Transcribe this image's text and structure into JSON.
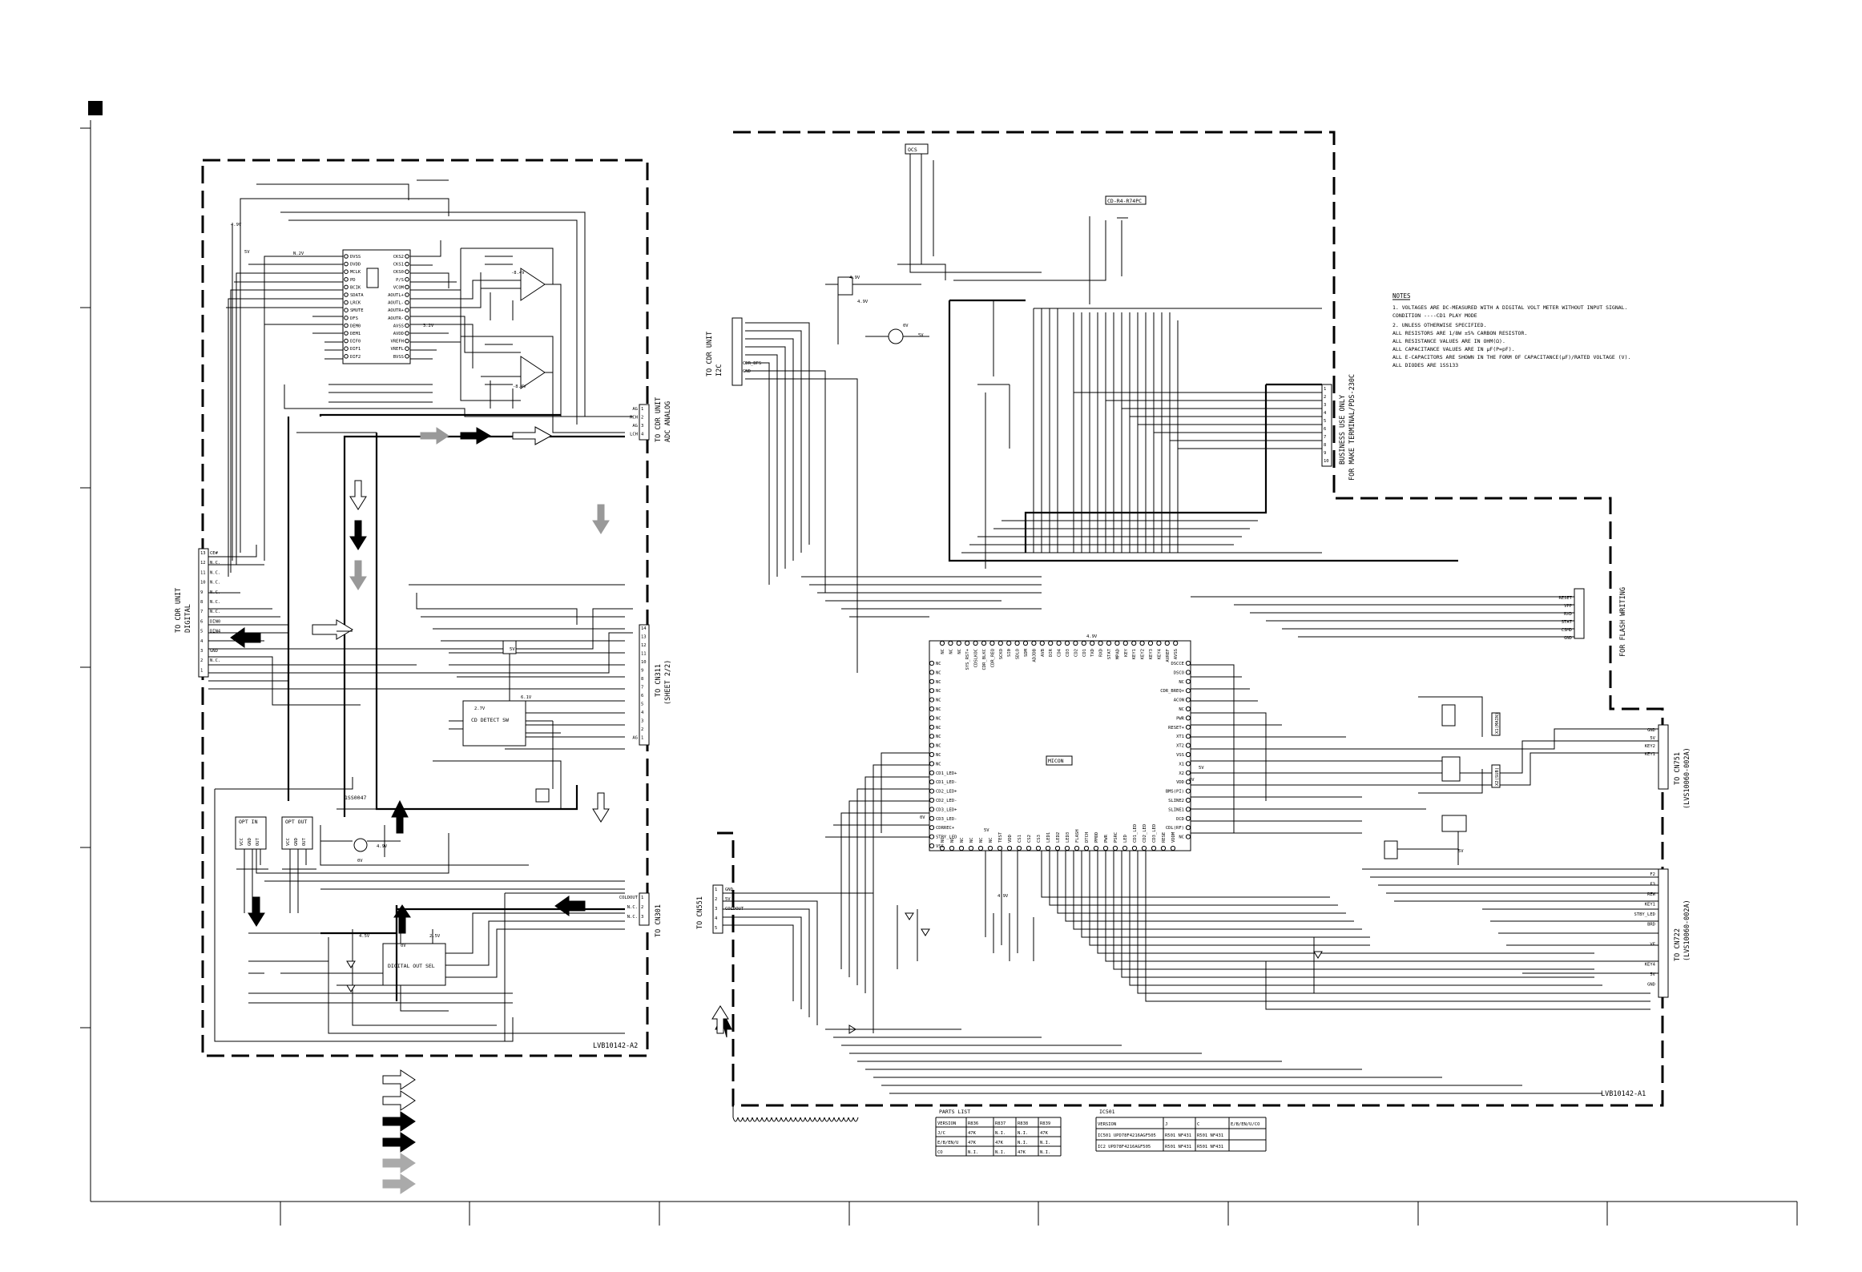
{
  "notes": {
    "title": "NOTES",
    "lines": [
      "1. VOLTAGES ARE DC-MEASURED WITH A DIGITAL VOLT METER WITHOUT INPUT SIGNAL.",
      "   CONDITION ----CD1 PLAY MODE",
      "2. UNLESS OTHERWISE SPECIFIED.",
      "   ALL RESISTORS ARE 1/8W ±5% CARBON RESISTOR.",
      "   ALL RESISTANCE VALUES ARE IN OHM(Ω).",
      "   ALL CAPACITANCE VALUES ARE IN μF(P=pF).",
      "   ALL E-CAPACITORS ARE SHOWN IN THE FORM OF CAPACITANCE(μF)/RATED VOLTAGE (V).",
      "   ALL DIODES ARE 1SS133"
    ]
  },
  "board_labels": {
    "left_board": "LVB10142-A2",
    "right_board": "LVB10142-A1"
  },
  "connectors": {
    "cdr_digital": {
      "title": [
        "TO CDR UNIT",
        "DIGITAL"
      ],
      "pins": [
        "13",
        "12",
        "11",
        "10",
        "9",
        "8",
        "7",
        "6",
        "5",
        "4",
        "3",
        "2",
        "1"
      ],
      "signals": [
        "CE#",
        "N.C.",
        "N.C.",
        "N.C.",
        "N.C.",
        "N.C.",
        "N.C.",
        "DIN0",
        "DIN4",
        "",
        "GND",
        "N.C.",
        ""
      ]
    },
    "cdr_adc": {
      "title": [
        "TO CDR UNIT",
        "ADC ANALOG"
      ],
      "pins": [
        "1",
        "2",
        "3",
        "4"
      ],
      "signals": [
        "AG",
        "RCH",
        "AG",
        "LCH"
      ]
    },
    "cn311": {
      "title": [
        "TO CN311",
        "(SHEET 2/2)"
      ],
      "pins": [
        "14",
        "13",
        "12",
        "11",
        "10",
        "9",
        "8",
        "7",
        "6",
        "5",
        "4",
        "3",
        "2",
        "1"
      ],
      "signals": [
        "",
        "",
        "",
        "",
        "",
        "",
        "",
        "",
        "",
        "",
        "",
        "",
        "",
        "AG"
      ]
    },
    "cn301": {
      "title": [
        "TO CN301"
      ],
      "pins": [
        "1",
        "2",
        "3"
      ],
      "signals": [
        "COLDOUT",
        "N.C.",
        "N.C."
      ]
    },
    "cn551": {
      "title": [
        "TO CN551"
      ],
      "pins": [
        "1",
        "2",
        "3",
        "4",
        "5"
      ],
      "signals": [
        "GND",
        "5V",
        "COLDOUT",
        "",
        ""
      ]
    },
    "cdr_i2c": {
      "title": [
        "TO CDR UNIT",
        "I2C"
      ],
      "pins": [
        "8",
        "7",
        "6",
        "5",
        "4",
        "3",
        "2",
        "1"
      ],
      "signals": [
        "",
        "",
        "",
        "",
        "",
        "CDR_BFS",
        "GND",
        ""
      ]
    },
    "business_use": {
      "title": [
        "BUSINESS USE ONLY",
        "FOR MAKE TERMINAL/PDS-230C"
      ],
      "pins": [
        "1",
        "2",
        "3",
        "4",
        "5",
        "6",
        "7",
        "8",
        "9",
        "10"
      ]
    },
    "flash_writing": {
      "title": [
        "FOR FLASH WRITING"
      ],
      "signals": [
        "RESET",
        "VPP",
        "RXD",
        "STAT",
        "CSMD",
        "GND"
      ]
    },
    "cn751": {
      "title": [
        "TO CN751",
        "(LVS10060-002A)"
      ],
      "signals": [
        "GND",
        "5V",
        "KEY2",
        "KEY1"
      ]
    },
    "cn722": {
      "title": [
        "TO CN722",
        "(LVS10060-002A)"
      ],
      "signals": [
        "F2",
        "F3",
        "REW",
        "KEY1",
        "STBY_LED",
        "BRD",
        "",
        "VF",
        "",
        "KEY4",
        "5V",
        "GND"
      ]
    }
  },
  "left_parts": {
    "dac_ic_pins_left": [
      "DVSS",
      "DVDD",
      "MCLK",
      "PD",
      "BCIK",
      "SDATA",
      "LRCK",
      "SMUTE",
      "DFS",
      "DEM0",
      "DEM1",
      "DIF0",
      "DIF1",
      "DIF2"
    ],
    "dac_ic_pins_right": [
      "CKS2",
      "CKS1",
      "CKS0",
      "P/S",
      "VCOM",
      "AOUTL+",
      "AOUTL-",
      "AOUTR+",
      "AOUTR-",
      "AVSS",
      "AVDD",
      "VREFH",
      "VREFL",
      "BVSS"
    ],
    "cd_detect_label": "CD DETECT SW",
    "digital_out_label": "DIGITAL OUT SEL",
    "opt_in_label": "OPT IN",
    "opt_out_label": "OPT OUT",
    "opt_pins": [
      "VCC",
      "GND",
      "OUT"
    ],
    "transistor_label": "1SS0047",
    "volt_labels": [
      "4.9V",
      "5V",
      "N.2V",
      "-8.4V",
      "6.1V",
      "2.7V",
      "3.2V",
      "-8.4V",
      "5V",
      "0V",
      "4.5V",
      "2.5V",
      "4.9V",
      "0V"
    ]
  },
  "right_parts": {
    "mcu_label": "MICON",
    "ocs_label": "OCS",
    "eeprom_label": "CD-R4-R74PC",
    "x1_label": "X1(MAIN)",
    "x2_label": "X2(SUB)",
    "mcu_left_pins": [
      "NC",
      "NC",
      "NC",
      "NC",
      "NC",
      "NC",
      "NC",
      "NC",
      "NC",
      "NC",
      "NC",
      "NC",
      "CD1_LED+",
      "CD1_LED-",
      "CD2_LED+",
      "CD2_LED-",
      "CD3_LED+",
      "CD3_LED-",
      "CDRREC+",
      "STBY_LED",
      "VSS"
    ],
    "mcu_right_pins": [
      "DSCCE",
      "DSCO",
      "NC",
      "CDR_BREQ+",
      "ACON",
      "NC",
      "PWR",
      "RESET+",
      "XT1",
      "XT2",
      "VSS",
      "X1",
      "X2",
      "VDD",
      "BMS(PI)",
      "SLINE2",
      "SLINE1",
      "DCD",
      "CDL(RF)",
      "NC"
    ],
    "mcu_top_pins": [
      "NC",
      "NC",
      "NC",
      "SYS_RST+",
      "CDSLKOC",
      "CDR_BLKC",
      "CDR_REQ",
      "SCKO",
      "SI0",
      "SDLO",
      "SDM",
      "ADJDB",
      "AVB",
      "DIR",
      "CD4",
      "CD3",
      "CD2",
      "CD1",
      "TXD",
      "RXD",
      "STAT",
      "MPAD",
      "KEY",
      "KEY1",
      "KEY2",
      "KEY3",
      "KEY4",
      "AVREF",
      "AVSS"
    ],
    "mcu_bottom_pins": [
      "NC",
      "NC",
      "NC",
      "NC",
      "NC",
      "NC",
      "TEST",
      "VDD",
      "CS1",
      "CS2",
      "CS3",
      "LED1",
      "LED2",
      "LED3",
      "FLASH",
      "DTCH",
      "PMOD",
      "PWR",
      "PSRC",
      "LED",
      "CD1_LED",
      "CD2_LED",
      "CD3_LED",
      "RESE",
      "VDDM"
    ],
    "volt_labels": [
      "4.9V",
      "4.9V",
      "0V",
      "5V",
      "4.9V",
      "5V",
      "0V",
      "4.9V",
      "5V",
      "0V",
      "5V"
    ]
  },
  "parts_list": {
    "title": "PARTS LIST",
    "header": [
      "VERSION",
      "R836",
      "R837",
      "R838",
      "R839"
    ],
    "rows": [
      [
        "J/C",
        "47K",
        "N.I.",
        "N.I.",
        "47K"
      ],
      [
        "E/B/EN/U",
        "47K",
        "47K",
        "N.I.",
        "N.I."
      ],
      [
        "CO",
        "N.I.",
        "N.I.",
        "47K",
        "N.I."
      ]
    ]
  },
  "ic_table": {
    "title": "IC501",
    "header": [
      "VERSION",
      "J",
      "C",
      "E/B/EN/U/CO"
    ],
    "rows": [
      [
        "IC501 UPD78F4216AGF505",
        "R501 NF431",
        "R501 NF431",
        ""
      ],
      [
        "IC2 UPD78F4216AGF505",
        "R501 NF431",
        "R501 NF431",
        ""
      ]
    ]
  },
  "legend": {
    "arrow_fills": [
      "#ffffff",
      "#ffffff",
      "#000000",
      "#000000",
      "#aaaaaa",
      "#aaaaaa"
    ]
  }
}
